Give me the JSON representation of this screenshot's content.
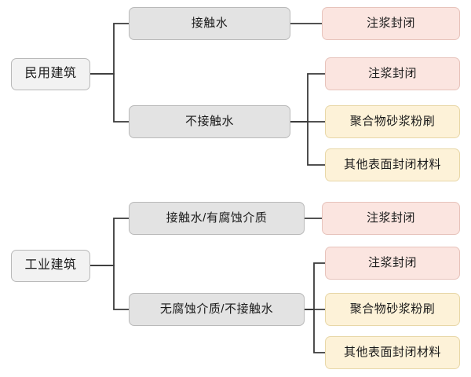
{
  "diagram": {
    "type": "tree",
    "title": "",
    "colors": {
      "level1_fill": "#f2f2f2",
      "level2_fill": "#e3e3e3",
      "leaf_pink_fill": "#fbe5e0",
      "leaf_cream_fill": "#fdf2d8",
      "node_border": "#b9b9b9",
      "connector": "#3a3a3a",
      "background": "#ffffff"
    },
    "nodes": {
      "root_civil": "民用建筑",
      "root_industrial": "工业建筑",
      "civil_branch_1": "接触水",
      "civil_branch_2": "不接触水",
      "industrial_branch_1": "接触水/有腐蚀介质",
      "industrial_branch_2": "无腐蚀介质/不接触水",
      "leaf_civil_1_1": "注浆封闭",
      "leaf_civil_2_1": "注浆封闭",
      "leaf_civil_2_2": "聚合物砂浆粉刷",
      "leaf_civil_2_3": "其他表面封闭材料",
      "leaf_ind_1_1": "注浆封闭",
      "leaf_ind_2_1": "注浆封闭",
      "leaf_ind_2_2": "聚合物砂浆粉刷",
      "leaf_ind_2_3": "其他表面封闭材料"
    }
  }
}
